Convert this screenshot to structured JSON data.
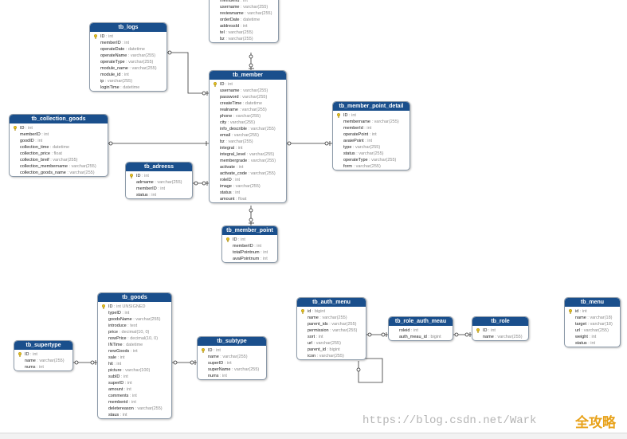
{
  "tables": {
    "tb_logs": {
      "title": "tb_logs",
      "fields": [
        {
          "name": "ID",
          "type": "int",
          "pk": true
        },
        {
          "name": "memberID",
          "type": "int"
        },
        {
          "name": "operateDate",
          "type": "datetime"
        },
        {
          "name": "operateName",
          "type": "varchar(255)"
        },
        {
          "name": "operateType",
          "type": "varchar(255)"
        },
        {
          "name": "module_name",
          "type": "varchar(255)"
        },
        {
          "name": "module_id",
          "type": "int"
        },
        {
          "name": "ip",
          "type": "varchar(255)"
        },
        {
          "name": "loginTime",
          "type": "datetime"
        }
      ]
    },
    "tb_top": {
      "title": "",
      "fields": [
        {
          "name": "memberid",
          "type": "int"
        },
        {
          "name": "username",
          "type": "varchar(255)"
        },
        {
          "name": "reviewname",
          "type": "varchar(255)"
        },
        {
          "name": "orderDate",
          "type": "datetime"
        },
        {
          "name": "addressId",
          "type": "int"
        },
        {
          "name": "tel",
          "type": "varchar(255)"
        },
        {
          "name": "bz",
          "type": "varchar(255)"
        }
      ]
    },
    "tb_member": {
      "title": "tb_member",
      "fields": [
        {
          "name": "ID",
          "type": "int",
          "pk": true
        },
        {
          "name": "username",
          "type": "varchar(255)"
        },
        {
          "name": "password",
          "type": "varchar(255)"
        },
        {
          "name": "createTime",
          "type": "datetime"
        },
        {
          "name": "realname",
          "type": "varchar(255)"
        },
        {
          "name": "phone",
          "type": "varchar(255)"
        },
        {
          "name": "city",
          "type": "varchar(255)"
        },
        {
          "name": "info_describle",
          "type": "varchar(255)"
        },
        {
          "name": "email",
          "type": "varchar(255)"
        },
        {
          "name": "bz",
          "type": "varchar(255)"
        },
        {
          "name": "integral",
          "type": "int"
        },
        {
          "name": "integral_level",
          "type": "varchar(255)"
        },
        {
          "name": "membergrade",
          "type": "varchar(255)"
        },
        {
          "name": "activate",
          "type": "int"
        },
        {
          "name": "activate_code",
          "type": "varchar(255)"
        },
        {
          "name": "roleID",
          "type": "int"
        },
        {
          "name": "image",
          "type": "varchar(255)"
        },
        {
          "name": "status",
          "type": "int"
        },
        {
          "name": "amount",
          "type": "float"
        }
      ]
    },
    "tb_member_point_detail": {
      "title": "tb_member_point_detail",
      "fields": [
        {
          "name": "ID",
          "type": "int",
          "pk": true
        },
        {
          "name": "membername",
          "type": "varchar(255)"
        },
        {
          "name": "memberId",
          "type": "int"
        },
        {
          "name": "operatePoint",
          "type": "int"
        },
        {
          "name": "avaiePoint",
          "type": "int"
        },
        {
          "name": "type",
          "type": "varchar(255)"
        },
        {
          "name": "status",
          "type": "varchar(255)"
        },
        {
          "name": "operateType",
          "type": "varchar(255)"
        },
        {
          "name": "form",
          "type": "varchar(255)"
        }
      ]
    },
    "tb_collection_goods": {
      "title": "tb_collection_goods",
      "fields": [
        {
          "name": "ID",
          "type": "int",
          "pk": true
        },
        {
          "name": "memberID",
          "type": "int"
        },
        {
          "name": "goodID",
          "type": "int"
        },
        {
          "name": "collection_time",
          "type": "datetime"
        },
        {
          "name": "collection_price",
          "type": "float"
        },
        {
          "name": "collection_breif",
          "type": "varchar(255)"
        },
        {
          "name": "collection_membername",
          "type": "varchar(255)"
        },
        {
          "name": "collection_goods_name",
          "type": "varchar(255)"
        }
      ]
    },
    "tb_adreess": {
      "title": "tb_adreess",
      "fields": [
        {
          "name": "ID",
          "type": "int",
          "pk": true
        },
        {
          "name": "adrname",
          "type": "varchar(255)"
        },
        {
          "name": "memberID",
          "type": "int"
        },
        {
          "name": "status",
          "type": "int"
        }
      ]
    },
    "tb_member_point": {
      "title": "tb_member_point",
      "fields": [
        {
          "name": "ID",
          "type": "int",
          "pk": true
        },
        {
          "name": "memberID",
          "type": "int"
        },
        {
          "name": "totalPointnum",
          "type": "int"
        },
        {
          "name": "avaiPointnum",
          "type": "int"
        }
      ]
    },
    "tb_goods": {
      "title": "tb_goods",
      "fields": [
        {
          "name": "ID",
          "type": "int UNSIGNED",
          "pk": true
        },
        {
          "name": "typeID",
          "type": "int"
        },
        {
          "name": "goodsName",
          "type": "varchar(255)"
        },
        {
          "name": "introduce",
          "type": "text"
        },
        {
          "name": "price",
          "type": "decimal(10, 0)"
        },
        {
          "name": "nowPrice",
          "type": "decimal(10, 0)"
        },
        {
          "name": "INTime",
          "type": "datetime"
        },
        {
          "name": "newGoods",
          "type": "int"
        },
        {
          "name": "sale",
          "type": "int"
        },
        {
          "name": "hit",
          "type": "int"
        },
        {
          "name": "picture",
          "type": "varchar(100)"
        },
        {
          "name": "subID",
          "type": "int"
        },
        {
          "name": "superID",
          "type": "int"
        },
        {
          "name": "amount",
          "type": "int"
        },
        {
          "name": "comments",
          "type": "int"
        },
        {
          "name": "memberid",
          "type": "int"
        },
        {
          "name": "deletereason",
          "type": "varchar(255)"
        },
        {
          "name": "staus",
          "type": "int"
        }
      ]
    },
    "tb_supertype": {
      "title": "tb_supertype",
      "fields": [
        {
          "name": "ID",
          "type": "int",
          "pk": true
        },
        {
          "name": "name",
          "type": "varchar(255)"
        },
        {
          "name": "nums",
          "type": "int"
        }
      ]
    },
    "tb_subtype": {
      "title": "tb_subtype",
      "fields": [
        {
          "name": "ID",
          "type": "int",
          "pk": true
        },
        {
          "name": "name",
          "type": "varchar(255)"
        },
        {
          "name": "superID",
          "type": "int"
        },
        {
          "name": "superName",
          "type": "varchar(255)"
        },
        {
          "name": "nums",
          "type": "int"
        }
      ]
    },
    "tb_auth_menu": {
      "title": "tb_auth_menu",
      "fields": [
        {
          "name": "id",
          "type": "bigint",
          "pk": true
        },
        {
          "name": "name",
          "type": "varchar(255)"
        },
        {
          "name": "parent_ids",
          "type": "varchar(255)"
        },
        {
          "name": "permission",
          "type": "varchar(255)"
        },
        {
          "name": "sort",
          "type": "int"
        },
        {
          "name": "url",
          "type": "varchar(255)"
        },
        {
          "name": "parent_id",
          "type": "bigint"
        },
        {
          "name": "icon",
          "type": "varchar(255)"
        }
      ]
    },
    "tb_role_auth_meau": {
      "title": "tb_role_auth_meau",
      "fields": [
        {
          "name": "roleid",
          "type": "int"
        },
        {
          "name": "auth_meau_id",
          "type": "bigint"
        }
      ]
    },
    "tb_role": {
      "title": "tb_role",
      "fields": [
        {
          "name": "ID",
          "type": "int",
          "pk": true
        },
        {
          "name": "name",
          "type": "varchar(255)"
        }
      ]
    },
    "tb_menu": {
      "title": "tb_menu",
      "fields": [
        {
          "name": "id",
          "type": "int",
          "pk": true
        },
        {
          "name": "name",
          "type": "varchar(18)"
        },
        {
          "name": "target",
          "type": "varchar(18)"
        },
        {
          "name": "url",
          "type": "varchar(255)"
        },
        {
          "name": "weight",
          "type": "int"
        },
        {
          "name": "status",
          "type": "int"
        }
      ]
    }
  },
  "watermark": "https://blog.csdn.net/Wark",
  "logo_text": "全攻略",
  "colors": {
    "header": "#1a4f8c",
    "key": "#e8c21a",
    "line": "#333333"
  }
}
